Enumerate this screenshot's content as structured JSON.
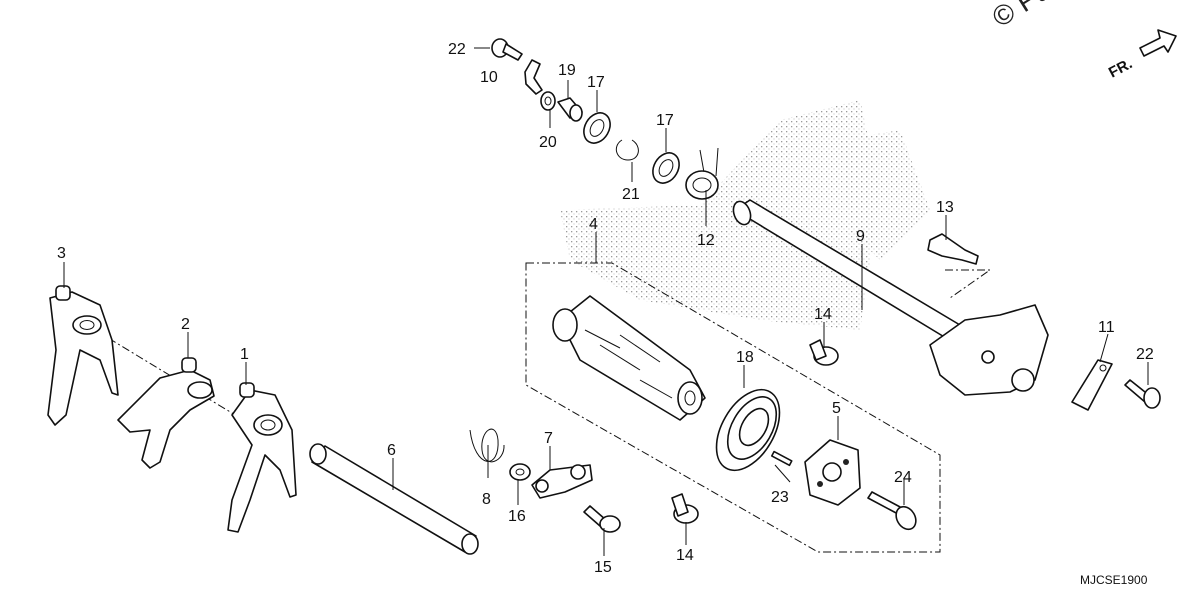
{
  "watermark": "© Pa",
  "front_indicator": "FR.",
  "diagram_code": "MJCSE1900",
  "callouts": {
    "c1": "1",
    "c2": "2",
    "c3": "3",
    "c4": "4",
    "c5": "5",
    "c6": "6",
    "c7": "7",
    "c8": "8",
    "c9": "9",
    "c10": "10",
    "c11": "11",
    "c12": "12",
    "c13": "13",
    "c14a": "14",
    "c14b": "14",
    "c15": "15",
    "c16": "16",
    "c17a": "17",
    "c17b": "17",
    "c18": "18",
    "c19": "19",
    "c20": "20",
    "c21": "21",
    "c22a": "22",
    "c22b": "22",
    "c23": "23",
    "c24": "24"
  }
}
